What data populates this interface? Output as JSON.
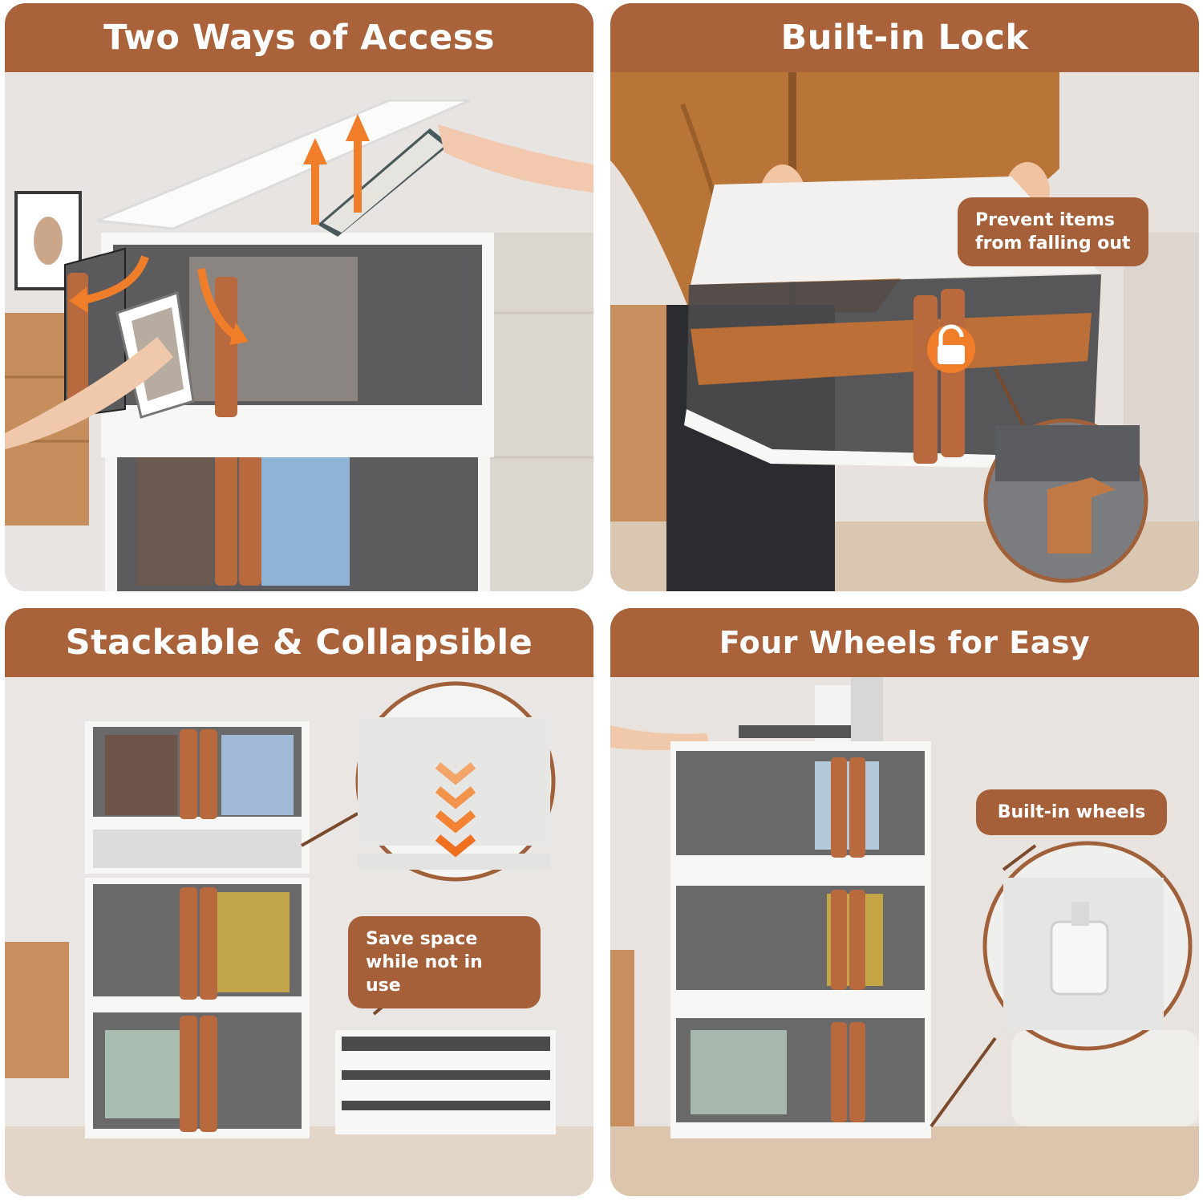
{
  "panels": {
    "two_ways": {
      "title": "Two Ways of Access"
    },
    "lock": {
      "title": "Built-in Lock",
      "callout": "Prevent items from falling out"
    },
    "stackable": {
      "title": "Stackable & Collapsible",
      "callout": "Save space while not in use"
    },
    "wheels": {
      "title": "Four Wheels for Easy Repositioning",
      "callout": "Built-in wheels"
    }
  },
  "colors": {
    "header": "#a9623a",
    "accent_orange": "#f07d2a",
    "handle_brown": "#b8693d",
    "smoke_panel": "#4b4a4c",
    "white_frame": "#f7f7f5"
  },
  "icons": [
    "arrow-up-icon",
    "arrow-curved-icon",
    "lock-icon",
    "chevron-down-icon"
  ]
}
